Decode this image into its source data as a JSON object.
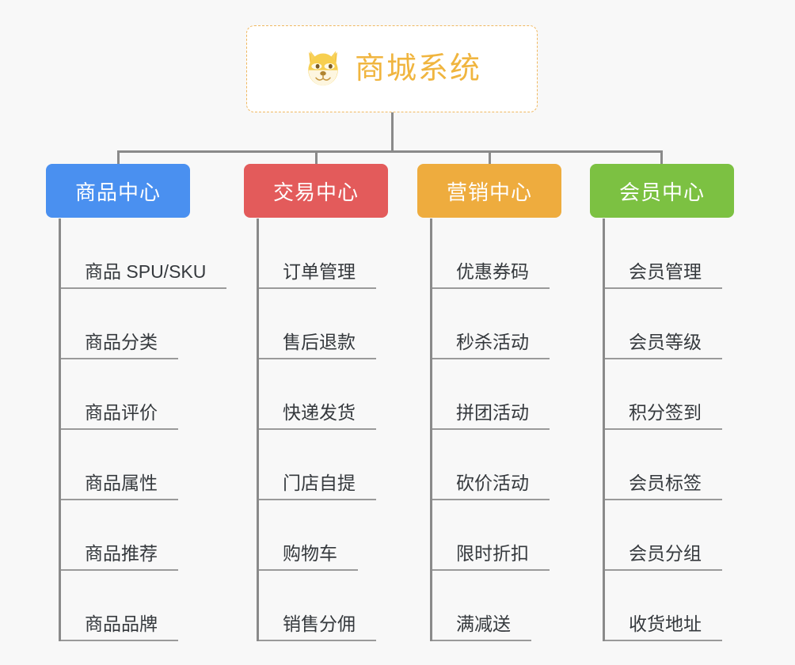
{
  "page": {
    "background_color": "#f8f8f8",
    "type": "mindmap"
  },
  "root": {
    "title": "商城系统",
    "icon": "shiba-dog-icon",
    "text_color": "#f0b53f",
    "border_color": "#f0b860",
    "background_color": "#ffffff"
  },
  "connector": {
    "color": "#8a8a8a"
  },
  "branches": [
    {
      "label": "商品中心",
      "color": "#4a90f0",
      "items": [
        "商品 SPU/SKU",
        "商品分类",
        "商品评价",
        "商品属性",
        "商品推荐",
        "商品品牌"
      ]
    },
    {
      "label": "交易中心",
      "color": "#e35b5b",
      "items": [
        "订单管理",
        "售后退款",
        "快递发货",
        "门店自提",
        "购物车",
        "销售分佣"
      ]
    },
    {
      "label": "营销中心",
      "color": "#eeac3e",
      "items": [
        "优惠券码",
        "秒杀活动",
        "拼团活动",
        "砍价活动",
        "限时折扣",
        "满减送"
      ]
    },
    {
      "label": "会员中心",
      "color": "#7cc142",
      "items": [
        "会员管理",
        "会员等级",
        "积分签到",
        "会员标签",
        "会员分组",
        "收货地址"
      ]
    }
  ]
}
